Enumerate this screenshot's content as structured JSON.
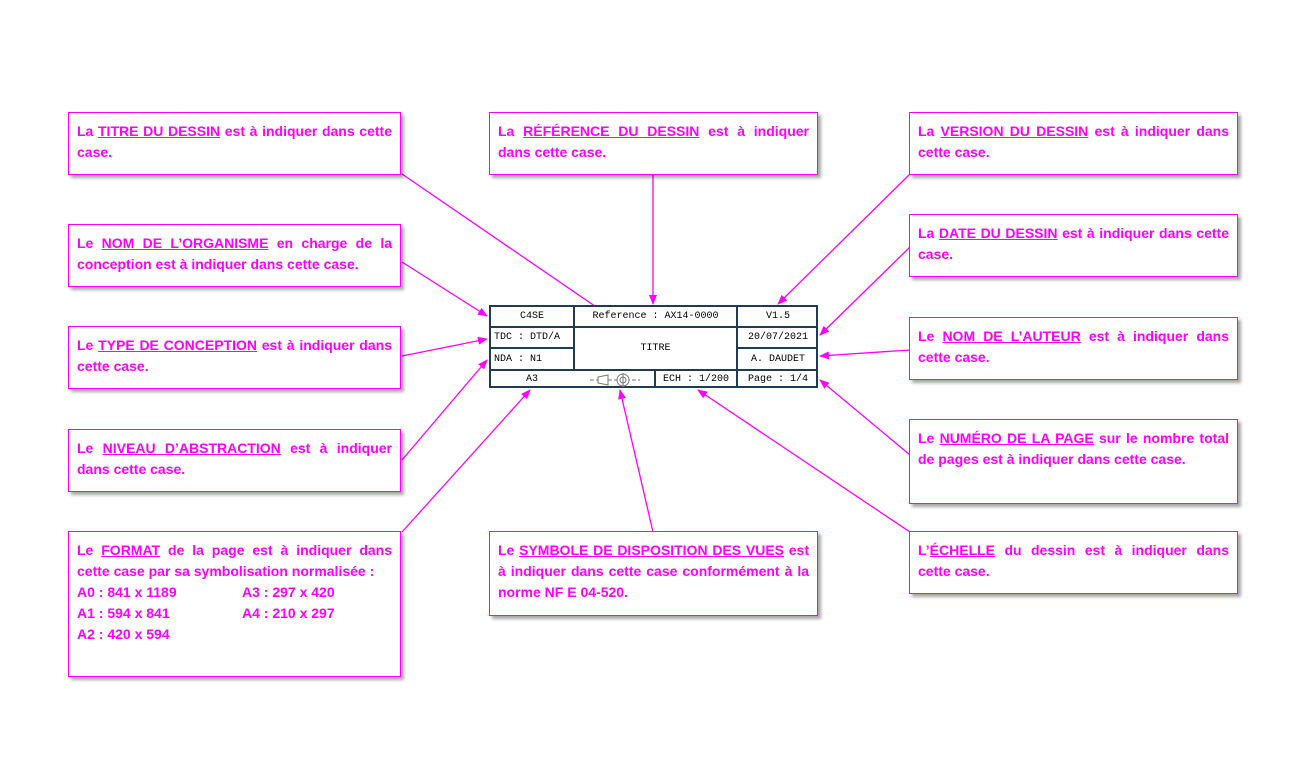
{
  "colors": {
    "annotation": "#ff00ff",
    "titleblock_border": "#1f3b57"
  },
  "title_block": {
    "org": "C4SE",
    "reference": "Reference : AX14-0000",
    "version": "V1.5",
    "type": "TDC : DTD/A",
    "title": "TITRE",
    "date": "20/07/2021",
    "nda": "NDA : N1",
    "author": "A. DAUDET",
    "format": "A3",
    "scale": "ECH : 1/200",
    "page": "Page : 1/4",
    "symbol_icon": "projection-symbol-icon"
  },
  "annotations": {
    "titre": {
      "pre": "La ",
      "key": "TITRE DU DESSIN",
      "post": " est à indiquer dans cette case."
    },
    "reference": {
      "pre": "La ",
      "key": "RÉFÉRENCE DU DESSIN",
      "post": " est à indiquer dans cette case."
    },
    "version": {
      "pre": "La ",
      "key": "VERSION DU DESSIN",
      "post": " est à indiquer dans cette case."
    },
    "organisme": {
      "pre": "Le ",
      "key": "NOM DE L’ORGANISME",
      "post": " en charge de la conception est à indiquer dans cette case."
    },
    "date": {
      "pre": "La ",
      "key": "DATE DU DESSIN",
      "post": " est à indiquer dans cette case."
    },
    "type": {
      "pre": "Le ",
      "key": "TYPE DE CONCEPTION",
      "post": " est à indiquer dans cette case."
    },
    "auteur": {
      "pre": "Le ",
      "key": "NOM DE L’AUTEUR",
      "post": " est à indiquer dans cette case."
    },
    "niveau": {
      "pre": "Le ",
      "key": "NIVEAU D’ABSTRACTION",
      "post": " est à indiquer dans cette case."
    },
    "page": {
      "pre": "Le ",
      "key": "NUMÉRO DE LA PAGE",
      "post": " sur le nombre total de pages est à indiquer dans cette case."
    },
    "format": {
      "pre": "Le ",
      "key": "FORMAT",
      "post": " de la page est à indiquer dans cette case par sa symbolisation normalisée :",
      "sizes": [
        "A0 : 841 x 1189",
        "A3 : 297 x 420",
        "A1 : 594 x 841",
        "A4 : 210 x 297",
        "A2 : 420 x 594"
      ]
    },
    "symbole": {
      "pre": "Le ",
      "key": "SYMBOLE DE DISPOSITION DES VUES",
      "post": " est à indiquer dans cette case conformément à la norme NF E 04-520."
    },
    "echelle": {
      "pre": "L’",
      "key": "ÉCHELLE",
      "post": " du dessin est à indiquer dans cette case."
    }
  }
}
